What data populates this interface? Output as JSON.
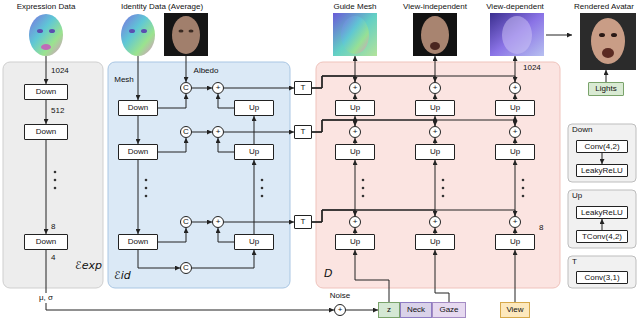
{
  "diagram": {
    "nodes": [
      {
        "text": [
          "Expression Data"
        ]
      },
      {
        "text": [
          "Identity Data (Average)"
        ]
      },
      {
        "text": [
          "Guide Mesh"
        ]
      },
      {
        "text": [
          "View-independent"
        ]
      },
      {
        "text": [
          "View-dependent"
        ]
      },
      {
        "text": [
          "Lights"
        ]
      },
      {
        "text": [
          "Rendered Avatar"
        ]
      },
      {
        "text": [
          "ℰexp"
        ]
      },
      {
        "text": [
          "Down"
        ],
        "in": 7
      },
      {
        "text": [
          "Down"
        ],
        "in": 7
      },
      {
        "text": [
          "Down"
        ],
        "in": 7
      },
      {
        "text": [
          "ℰid"
        ]
      },
      {
        "text": [
          "Down"
        ],
        "in": 11
      },
      {
        "text": [
          "Down"
        ],
        "in": 11
      },
      {
        "text": [
          "Down"
        ],
        "in": 11
      },
      {
        "text": [
          "C"
        ],
        "in": 11
      },
      {
        "text": [
          "C"
        ],
        "in": 11
      },
      {
        "text": [
          "C"
        ],
        "in": 11
      },
      {
        "text": [
          "+"
        ],
        "in": 11
      },
      {
        "text": [
          "+"
        ],
        "in": 11
      },
      {
        "text": [
          "+"
        ],
        "in": 11
      },
      {
        "text": [
          "Up"
        ],
        "in": 11
      },
      {
        "text": [
          "Up"
        ],
        "in": 11
      },
      {
        "text": [
          "Up"
        ],
        "in": 11
      },
      {
        "text": [
          "C"
        ],
        "in": 11
      },
      {
        "text": [
          "T"
        ]
      },
      {
        "text": [
          "T"
        ]
      },
      {
        "text": [
          "T"
        ]
      },
      {
        "text": [
          "D"
        ]
      },
      {
        "text": [
          "+"
        ],
        "in": 28
      },
      {
        "text": [
          "+"
        ],
        "in": 28
      },
      {
        "text": [
          "+"
        ],
        "in": 28
      },
      {
        "text": [
          "Up"
        ],
        "in": 28
      },
      {
        "text": [
          "Up"
        ],
        "in": 28
      },
      {
        "text": [
          "Up"
        ],
        "in": 28
      },
      {
        "text": [
          "+"
        ],
        "in": 28
      },
      {
        "text": [
          "+"
        ],
        "in": 28
      },
      {
        "text": [
          "+"
        ],
        "in": 28
      },
      {
        "text": [
          "Up"
        ],
        "in": 28
      },
      {
        "text": [
          "Up"
        ],
        "in": 28
      },
      {
        "text": [
          "Up"
        ],
        "in": 28
      },
      {
        "text": [
          "+"
        ],
        "in": 28
      },
      {
        "text": [
          "+"
        ],
        "in": 28
      },
      {
        "text": [
          "+"
        ],
        "in": 28
      },
      {
        "text": [
          "Up"
        ],
        "in": 28
      },
      {
        "text": [
          "Up"
        ],
        "in": 28
      },
      {
        "text": [
          "Up"
        ],
        "in": 28
      },
      {
        "text": [
          "+"
        ]
      },
      {
        "text": [
          "z"
        ]
      },
      {
        "text": [
          "Neck"
        ]
      },
      {
        "text": [
          "Gaze"
        ]
      },
      {
        "text": [
          "View"
        ]
      },
      {
        "text": [
          "Down"
        ]
      },
      {
        "text": [
          "Conv(4,2)"
        ],
        "in": 52
      },
      {
        "text": [
          "LeakyReLU"
        ],
        "in": 52
      },
      {
        "text": [
          "Up"
        ]
      },
      {
        "text": [
          "LeakyReLU"
        ],
        "in": 55
      },
      {
        "text": [
          "TConv(4,2)"
        ],
        "in": 55
      },
      {
        "text": [
          "T"
        ]
      },
      {
        "text": [
          "Conv(3,1)"
        ],
        "in": 58
      }
    ],
    "edges": [
      {
        "from": 0,
        "to": 8,
        "arrow": "to"
      },
      {
        "from": 8,
        "to": 9,
        "arrow": "to"
      },
      {
        "from": 9,
        "to": 10,
        "arrow": "to"
      },
      {
        "from": 10,
        "to": 47,
        "label": "μ, σ",
        "arrow": "to"
      },
      {
        "from": 47,
        "to": 48,
        "arrow": "to"
      },
      {
        "from": 1,
        "to": 12,
        "label": "Mesh",
        "arrow": "to"
      },
      {
        "from": 1,
        "to": 15,
        "label": "Albedo",
        "arrow": "to"
      },
      {
        "from": 12,
        "to": 13,
        "arrow": "to"
      },
      {
        "from": 13,
        "to": 14,
        "arrow": "to"
      },
      {
        "from": 12,
        "to": 15,
        "arrow": "to"
      },
      {
        "from": 13,
        "to": 16,
        "arrow": "to"
      },
      {
        "from": 14,
        "to": 17,
        "arrow": "to"
      },
      {
        "from": 15,
        "to": 18,
        "arrow": "to"
      },
      {
        "from": 16,
        "to": 19,
        "arrow": "to"
      },
      {
        "from": 17,
        "to": 20,
        "arrow": "to"
      },
      {
        "from": 21,
        "to": 18,
        "arrow": "to"
      },
      {
        "from": 22,
        "to": 19,
        "arrow": "to"
      },
      {
        "from": 23,
        "to": 20,
        "arrow": "to"
      },
      {
        "from": 23,
        "to": 22,
        "arrow": "to"
      },
      {
        "from": 22,
        "to": 21,
        "arrow": "to"
      },
      {
        "from": 14,
        "to": 24,
        "arrow": "to"
      },
      {
        "from": 24,
        "to": 23,
        "arrow": "to"
      },
      {
        "from": 18,
        "to": 25,
        "arrow": "to"
      },
      {
        "from": 19,
        "to": 26,
        "arrow": "to"
      },
      {
        "from": 20,
        "to": 27,
        "arrow": "to"
      },
      {
        "from": 25,
        "to": 29,
        "arrow": "to"
      },
      {
        "from": 25,
        "to": 30,
        "arrow": "to"
      },
      {
        "from": 25,
        "to": 31,
        "arrow": "to"
      },
      {
        "from": 26,
        "to": 35,
        "arrow": "to"
      },
      {
        "from": 26,
        "to": 36,
        "arrow": "to"
      },
      {
        "from": 26,
        "to": 37,
        "arrow": "to"
      },
      {
        "from": 27,
        "to": 41,
        "arrow": "to"
      },
      {
        "from": 27,
        "to": 42,
        "arrow": "to"
      },
      {
        "from": 27,
        "to": 43,
        "arrow": "to"
      },
      {
        "from": 32,
        "to": 29,
        "arrow": "to"
      },
      {
        "from": 33,
        "to": 30,
        "arrow": "to"
      },
      {
        "from": 34,
        "to": 31,
        "arrow": "to"
      },
      {
        "from": 38,
        "to": 35,
        "arrow": "to"
      },
      {
        "from": 39,
        "to": 36,
        "arrow": "to"
      },
      {
        "from": 40,
        "to": 37,
        "arrow": "to"
      },
      {
        "from": 44,
        "to": 41,
        "arrow": "to"
      },
      {
        "from": 45,
        "to": 42,
        "arrow": "to"
      },
      {
        "from": 46,
        "to": 43,
        "arrow": "to"
      },
      {
        "from": 35,
        "to": 32,
        "arrow": "to"
      },
      {
        "from": 36,
        "to": 33,
        "arrow": "to"
      },
      {
        "from": 37,
        "to": 34,
        "arrow": "to"
      },
      {
        "from": 41,
        "to": 38,
        "arrow": "to"
      },
      {
        "from": 42,
        "to": 39,
        "arrow": "to"
      },
      {
        "from": 43,
        "to": 40,
        "arrow": "to"
      },
      {
        "from": 29,
        "to": 2,
        "arrow": "to"
      },
      {
        "from": 30,
        "to": 3,
        "arrow": "to"
      },
      {
        "from": 31,
        "to": 4,
        "arrow": "to"
      },
      {
        "from": 4,
        "to": 6,
        "arrow": "to"
      },
      {
        "from": 5,
        "to": 6,
        "arrow": "to"
      },
      {
        "from": 48,
        "to": 44,
        "arrow": "to"
      },
      {
        "from": 50,
        "to": 45,
        "arrow": "to"
      },
      {
        "from": 51,
        "to": 46,
        "arrow": "to"
      },
      {
        "from": 53,
        "to": 54,
        "arrow": "to"
      },
      {
        "from": 57,
        "to": 56,
        "arrow": "to"
      }
    ],
    "labels": [
      "1024",
      "512",
      "8",
      "4",
      "1024",
      "8",
      "Noise"
    ]
  }
}
